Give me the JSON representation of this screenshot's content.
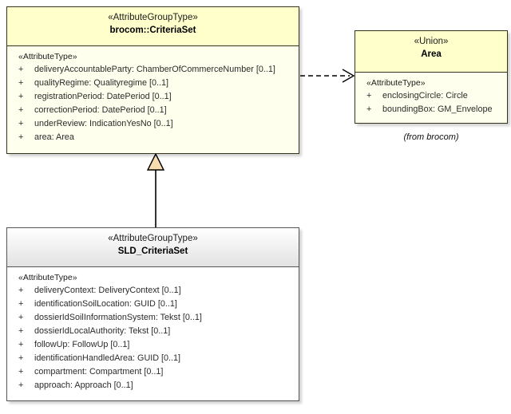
{
  "diagram": {
    "type": "uml-class-diagram",
    "background": "#ffffff",
    "colors": {
      "class_fill_yellow": "#ffffee",
      "class_header_yellow": "#ffffcc",
      "class_fill_white": "#ffffff",
      "class_header_gray": "#e2e2e2",
      "border": "#33331f",
      "generalization_triangle_fill": "#f5ddb0",
      "line": "#000000"
    }
  },
  "classes": {
    "criteria_set": {
      "stereotype": "«AttributeGroupType»",
      "name": "brocom::CriteriaSet",
      "attribute_stereotype": "«AttributeType»",
      "attributes": [
        {
          "visibility": "+",
          "text": "deliveryAccountableParty: ChamberOfCommerceNumber [0..1]"
        },
        {
          "visibility": "+",
          "text": "qualityRegime: Qualityregime [0..1]"
        },
        {
          "visibility": "+",
          "text": "registrationPeriod: DatePeriod [0..1]"
        },
        {
          "visibility": "+",
          "text": "correctionPeriod: DatePeriod [0..1]"
        },
        {
          "visibility": "+",
          "text": "underReview: IndicationYesNo [0..1]"
        },
        {
          "visibility": "+",
          "text": "area: Area"
        }
      ]
    },
    "area": {
      "stereotype": "«Union»",
      "name": "Area",
      "attribute_stereotype": "«AttributeType»",
      "from_package": "(from brocom)",
      "attributes": [
        {
          "visibility": "+",
          "text": "enclosingCircle: Circle"
        },
        {
          "visibility": "+",
          "text": "boundingBox: GM_Envelope"
        }
      ]
    },
    "sld_criteria_set": {
      "stereotype": "«AttributeGroupType»",
      "name": "SLD_CriteriaSet",
      "attribute_stereotype": "«AttributeType»",
      "attributes": [
        {
          "visibility": "+",
          "text": "deliveryContext: DeliveryContext [0..1]"
        },
        {
          "visibility": "+",
          "text": "identificationSoilLocation: GUID [0..1]"
        },
        {
          "visibility": "+",
          "text": "dossierIdSoilInformationSystem: Tekst [0..1]"
        },
        {
          "visibility": "+",
          "text": "dossierIdLocalAuthority: Tekst [0..1]"
        },
        {
          "visibility": "+",
          "text": "followUp: FollowUp [0..1]"
        },
        {
          "visibility": "+",
          "text": "identificationHandledArea: GUID [0..1]"
        },
        {
          "visibility": "+",
          "text": "compartment: Compartment [0..1]"
        },
        {
          "visibility": "+",
          "text": "approach: Approach [0..1]"
        }
      ]
    }
  },
  "connectors": [
    {
      "id": "dependency-criteriaset-to-area",
      "kind": "dependency",
      "style": "dashed-open-arrow",
      "source": "brocom::CriteriaSet",
      "target": "Area",
      "label": ""
    },
    {
      "id": "generalization-sld-to-criteriaset",
      "kind": "generalization",
      "style": "solid-hollow-triangle",
      "source": "SLD_CriteriaSet",
      "target": "brocom::CriteriaSet",
      "label": ""
    }
  ]
}
